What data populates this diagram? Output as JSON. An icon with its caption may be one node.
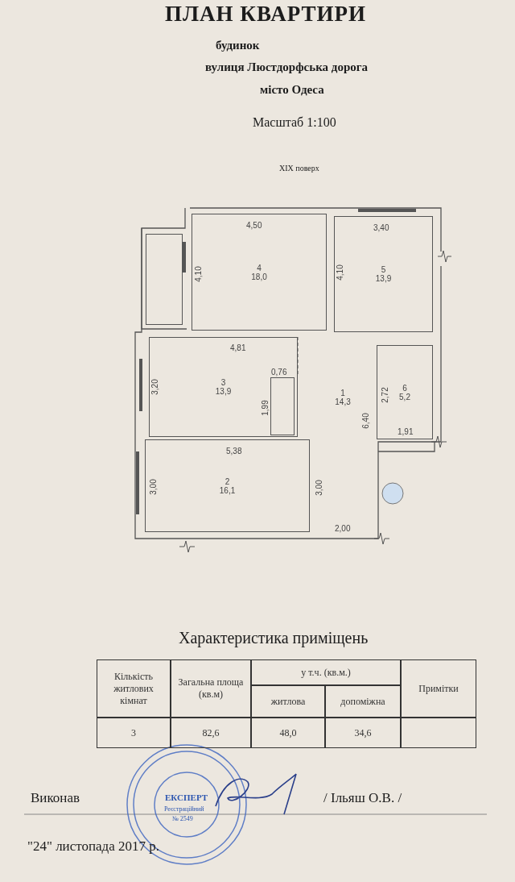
{
  "diagram": {
    "title": "ПЛАН КВАРТИРИ",
    "nodes": [
      {
        "text": [],
        "shape": "box"
      },
      {
        "text": [
          "4",
          "18,0"
        ]
      },
      {
        "text": [
          "5",
          "13,9"
        ]
      },
      {
        "text": [
          "3",
          "13,9"
        ]
      },
      {
        "text": [],
        "shape": "box",
        "in": 3
      },
      {
        "text": [
          "6",
          "5,2"
        ]
      },
      {
        "text": [
          "2",
          "16,1"
        ]
      },
      {
        "text": [
          "1",
          "14,3"
        ]
      }
    ],
    "edges": [],
    "labels": [
      "будинок",
      "вулиця Люстдорфська дорога",
      "місто Одеса",
      "Масштаб 1:100",
      "XIX поверх",
      "4,50",
      "3,40",
      "4,10",
      "4,10",
      "4,81",
      "0,76",
      "3,20",
      "1,99",
      "2,72",
      "6,40",
      "1,91",
      "5,38",
      "3,00",
      "3,00",
      "2,00",
      "Характеристика приміщень",
      "Кількість житлових кімнат",
      "Загальна площа (кв.м)",
      "у т.ч. (кв.м.)",
      "Примітки",
      "житлова",
      "допоміжна",
      "3",
      "82,6",
      "48,0",
      "34,6",
      "ЕКСПЕРТ",
      "Реєстраційний",
      "№ 2549",
      "Виконав",
      "/ Ільяш О.В. /",
      "\"24\" листопада 2017 р."
    ]
  }
}
